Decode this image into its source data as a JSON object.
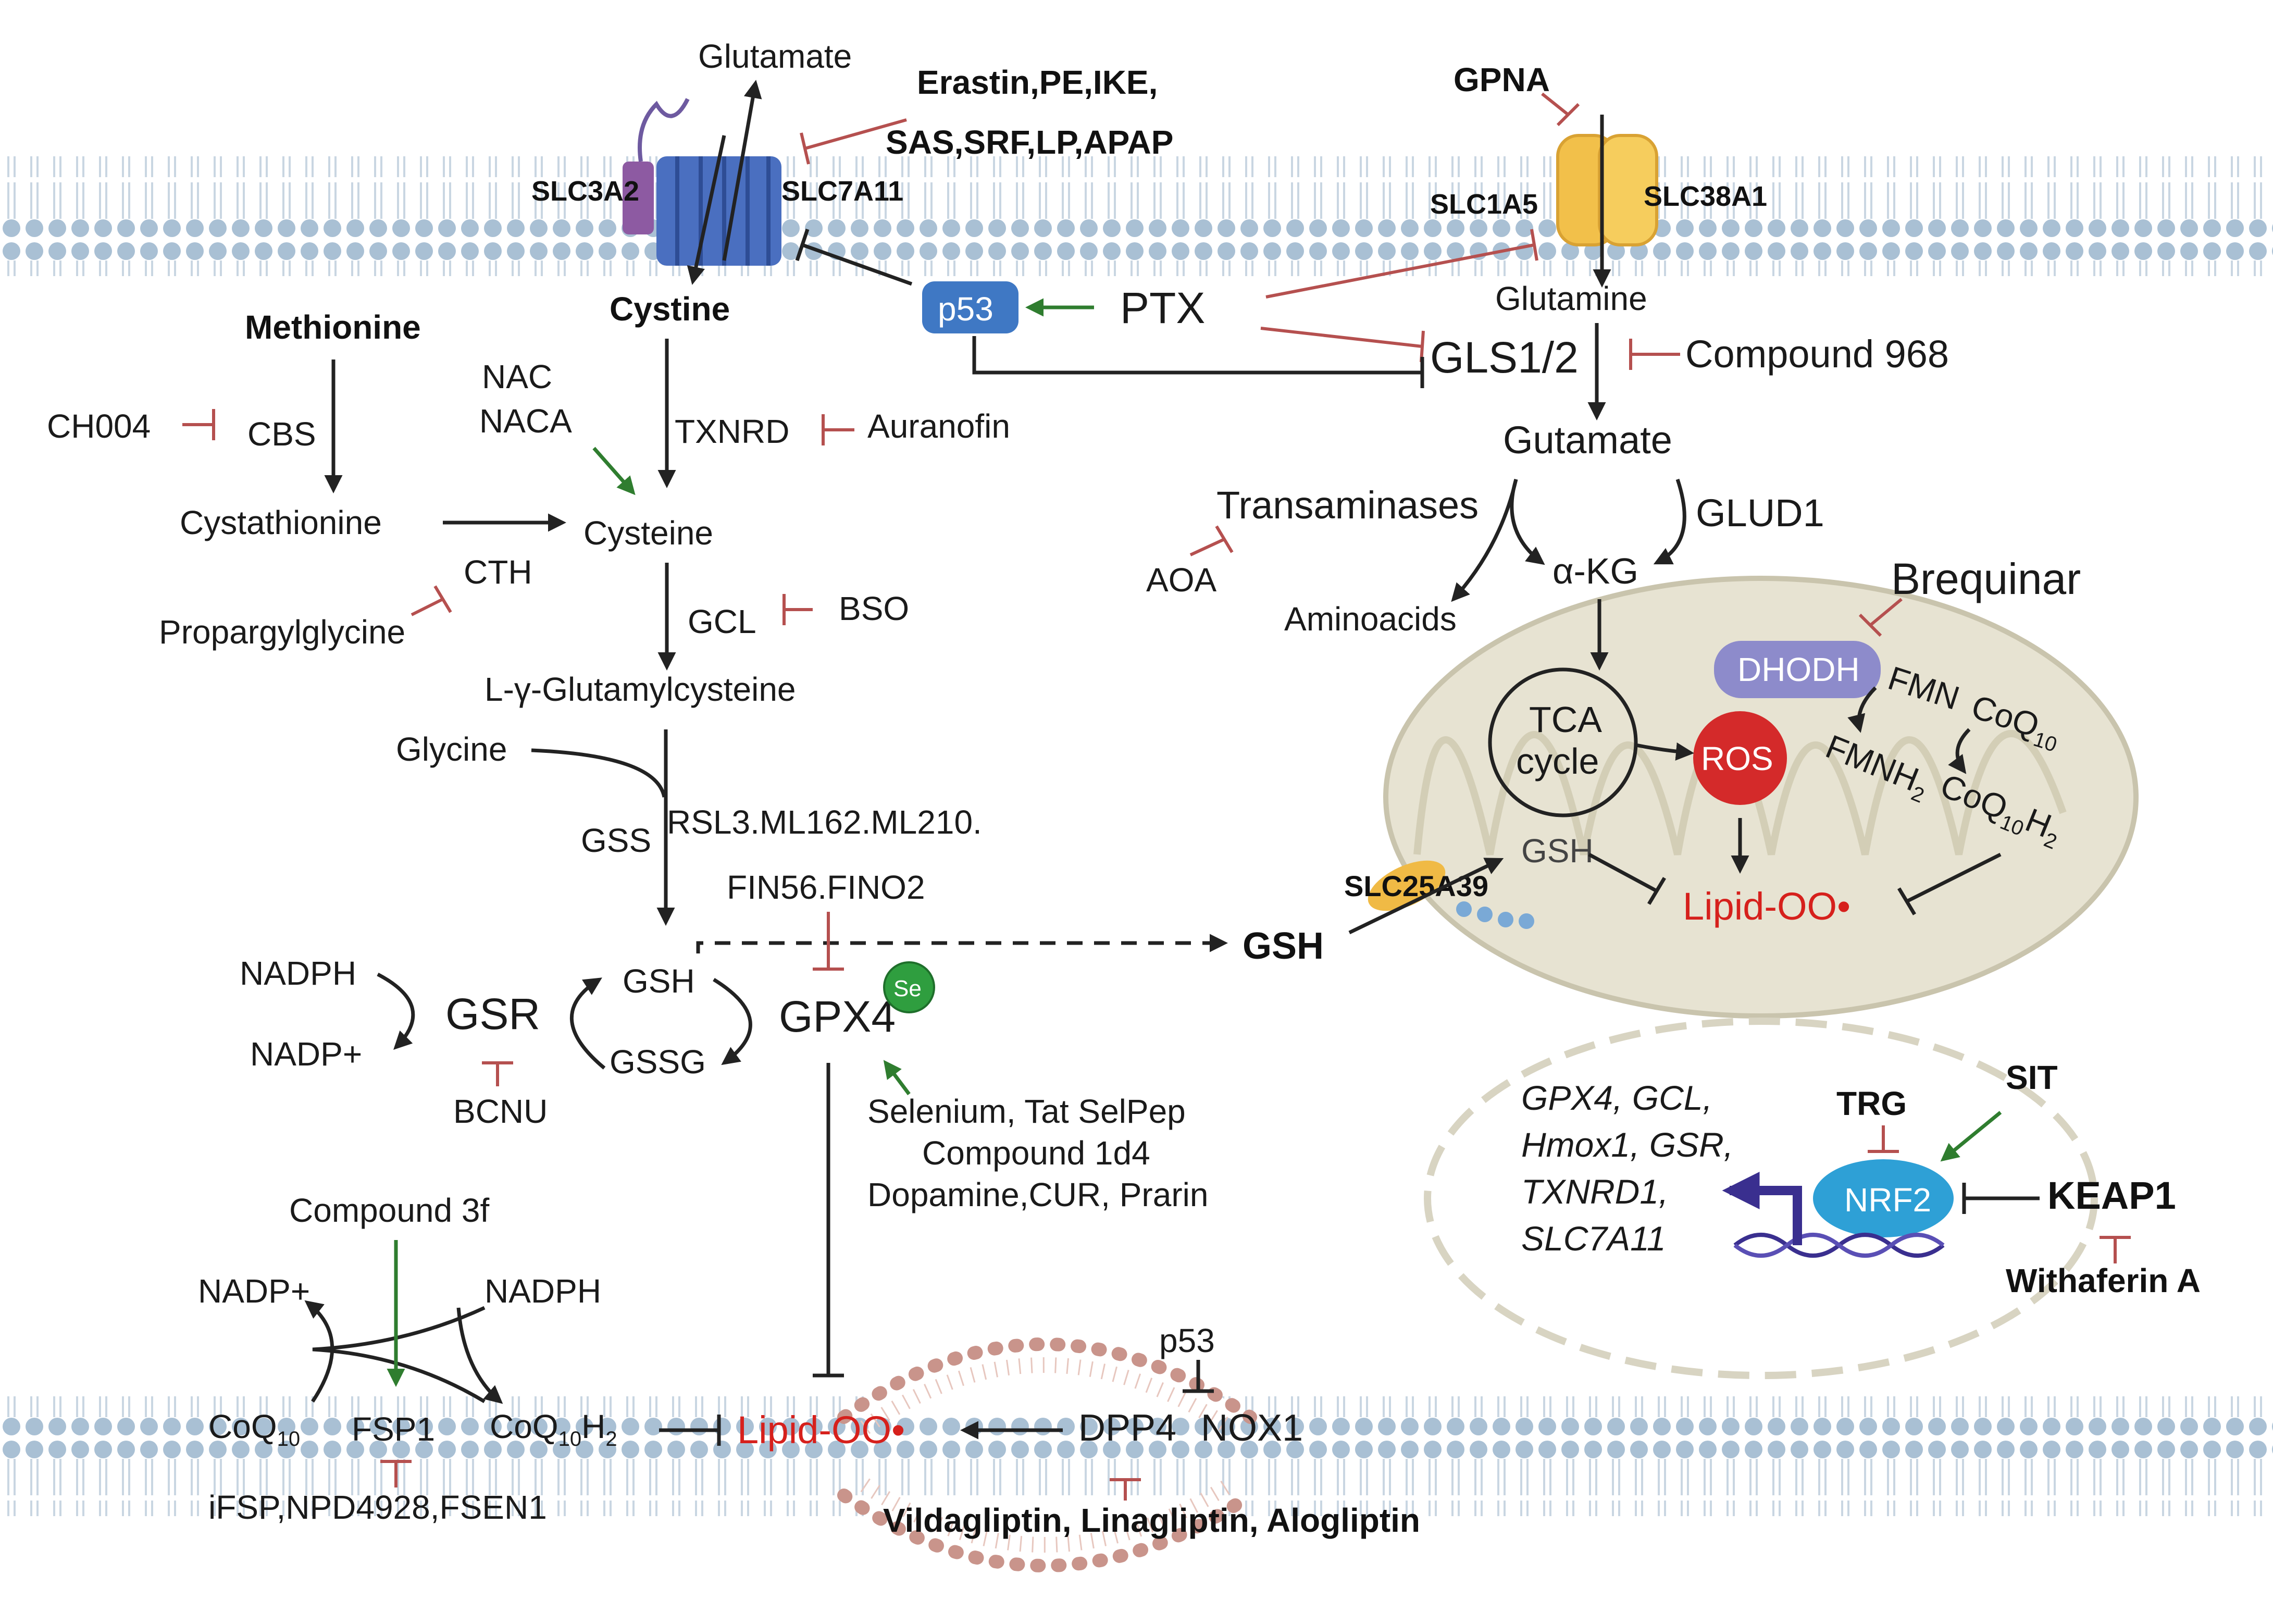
{
  "membrane": {
    "transporters": {
      "slc3a2": "SLC3A2",
      "slc7a11": "SLC7A11",
      "slc1a5": "SLC1A5",
      "slc38a1": "SLC38A1",
      "slc25a39": "SLC25A39"
    },
    "glutamate_out": "Glutamate",
    "cystine": "Cystine",
    "erastin_line1": "Erastin,PE,IKE,",
    "erastin_line2": "SAS,SRF,LP,APAP",
    "gpna": "GPNA"
  },
  "p53_ptx": {
    "p53": "p53",
    "ptx": "PTX"
  },
  "glutamine_branch": {
    "glutamine": "Glutamine",
    "gls": "GLS1/2",
    "compound968": "Compound 968",
    "gutamate": "Gutamate",
    "transaminases": "Transaminases",
    "glud1": "GLUD1",
    "aoa": "AOA",
    "aminoacids": "Aminoacids",
    "akg": "α-KG"
  },
  "cysteine_branch": {
    "methionine": "Methionine",
    "ch004": "CH004",
    "cbs": "CBS",
    "cystathionine": "Cystathionine",
    "cth": "CTH",
    "propargylglycine": "Propargylglycine",
    "nac": "NAC",
    "naca": "NACA",
    "txnrd": "TXNRD",
    "auranofin": "Auranofin",
    "cysteine": "Cysteine",
    "gcl": "GCL",
    "bso": "BSO",
    "glutamylcysteine": "L-γ-Glutamylcysteine",
    "glycine": "Glycine",
    "gss": "GSS",
    "rsl3": "RSL3.ML162.ML210.",
    "fin56": "FIN56.FINO2"
  },
  "gsh_cycle": {
    "nadph": "NADPH",
    "nadp": "NADP+",
    "gsr": "GSR",
    "bcnu": "BCNU",
    "gsh": "GSH",
    "gssg": "GSSG",
    "gpx4": "GPX4",
    "se": "Se",
    "gsh_export": "GSH",
    "selenium_line1": "Selenium, Tat SelPep",
    "selenium_line2": "Compound 1d4",
    "selenium_line3": "Dopamine,CUR, Prarin"
  },
  "mitochondria": {
    "brequinar": "Brequinar",
    "dhodh": "DHODH",
    "fmn": "FMN",
    "fmnh2": "FMNH",
    "coq10": "CoQ",
    "coq10h2": "CoQ",
    "sub_10": "10",
    "sub_2": "2",
    "tca_line1": "TCA",
    "tca_line2": "cycle",
    "ros": "ROS",
    "gsh": "GSH",
    "lipid_oo": "Lipid-OO•"
  },
  "nucleus": {
    "genes_line1": "GPX4, GCL,",
    "genes_line2": "Hmox1, GSR,",
    "genes_line3": "TXNRD1,",
    "genes_line4": "SLC7A11",
    "trg": "TRG",
    "sit": "SIT",
    "nrf2": "NRF2",
    "keap1": "KEAP1",
    "withaferin": "Withaferin A"
  },
  "fsp1_axis": {
    "compound3f": "Compound 3f",
    "nadp": "NADP+",
    "nadph": "NADPH",
    "coq10": "CoQ",
    "fsp1": "FSP1",
    "coq10h2": "CoQ",
    "sub_10": "10",
    "sub_2": "2",
    "ifsp": "iFSP,NPD4928,FSEN1",
    "lipid_oo": "Lipid-OO•",
    "dpp4": "DPP4",
    "nox1": "NOX1",
    "p53": "p53",
    "gliptins": "Vildagliptin, Linagliptin, Alogliptin"
  },
  "colors": {
    "membrane": "#9fb9cf",
    "slc7a11": "#4a6fc0",
    "slc3a2": "#8d5aa2",
    "slc1a5": "#f2c04a",
    "p53_box": "#3f78c4",
    "ros": "#d42a2a",
    "dhodh": "#8d8bcb",
    "nrf2": "#2ea0d6",
    "mito": "#e7e3d2",
    "red_text": "#d6201c",
    "activation": "#2f7d2f",
    "inhibition": "#b5504f"
  }
}
